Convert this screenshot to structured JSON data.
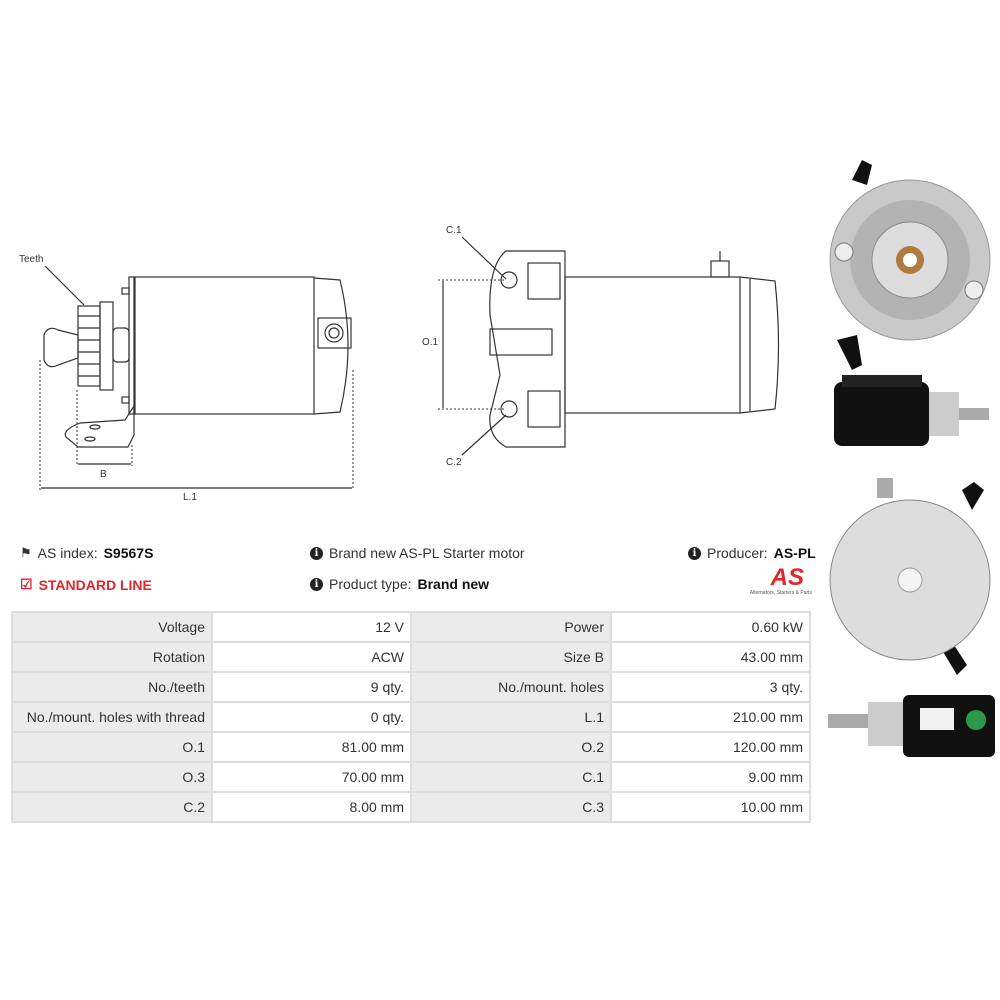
{
  "drawing_labels": {
    "teeth": "Teeth",
    "b": "B",
    "l1": "L.1",
    "c1": "C.1",
    "c2": "C.2",
    "o1": "O.1"
  },
  "info": {
    "as_index_label": "AS index:",
    "as_index_value": "S9567S",
    "line": "STANDARD LINE",
    "description": "Brand new AS-PL Starter motor",
    "product_type_label": "Product type:",
    "product_type_value": "Brand new",
    "producer_label": "Producer:",
    "producer_value": "AS-PL"
  },
  "logo": {
    "text": "AS",
    "tagline": "Alternators, Starters & Parts",
    "color": "#e3262b"
  },
  "specs": [
    [
      {
        "label": "Voltage",
        "value": "12 V"
      },
      {
        "label": "Power",
        "value": "0.60 kW"
      }
    ],
    [
      {
        "label": "Rotation",
        "value": "ACW"
      },
      {
        "label": "Size B",
        "value": "43.00 mm"
      }
    ],
    [
      {
        "label": "No./teeth",
        "value": "9 qty."
      },
      {
        "label": "No./mount. holes",
        "value": "3 qty."
      }
    ],
    [
      {
        "label": "No./mount. holes with thread",
        "value": "0 qty."
      },
      {
        "label": "L.1",
        "value": "210.00 mm"
      }
    ],
    [
      {
        "label": "O.1",
        "value": "81.00 mm"
      },
      {
        "label": "O.2",
        "value": "120.00 mm"
      }
    ],
    [
      {
        "label": "O.3",
        "value": "70.00 mm"
      },
      {
        "label": "C.1",
        "value": "9.00 mm"
      }
    ],
    [
      {
        "label": "C.2",
        "value": "8.00 mm"
      },
      {
        "label": "C.3",
        "value": "10.00 mm"
      }
    ]
  ]
}
